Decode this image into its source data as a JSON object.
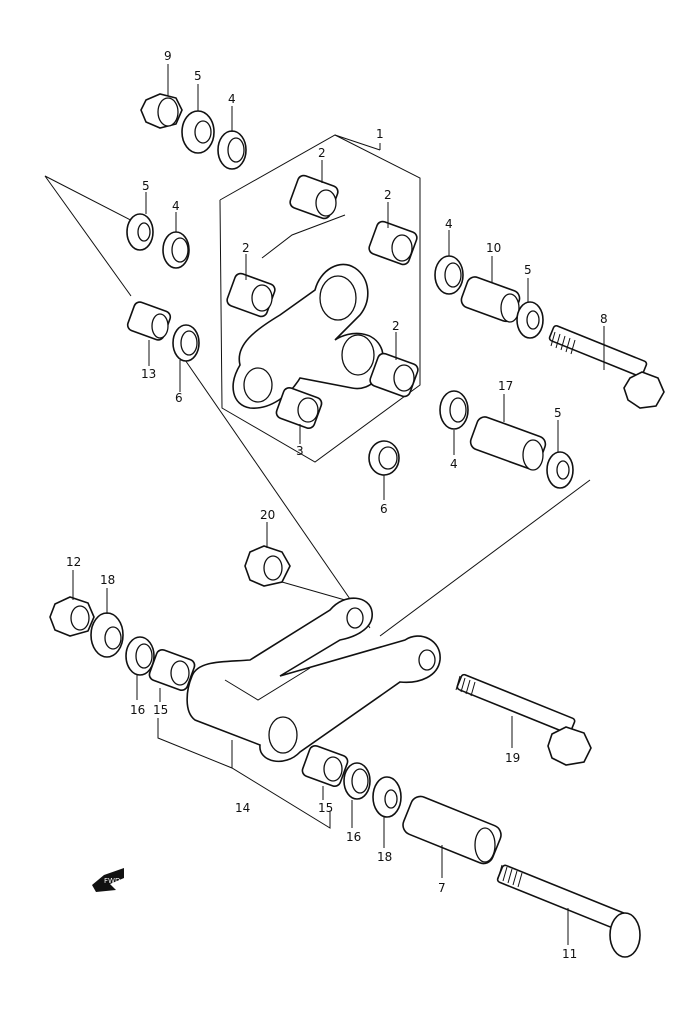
{
  "callouts": {
    "c1": "1",
    "c2a": "2",
    "c2b": "2",
    "c2c": "2",
    "c2d": "2",
    "c3": "3",
    "c4a": "4",
    "c4b": "4",
    "c4c": "4",
    "c4d": "4",
    "c5a": "5",
    "c5b": "5",
    "c5c": "5",
    "c5d": "5",
    "c6a": "6",
    "c6b": "6",
    "c7": "7",
    "c8": "8",
    "c9": "9",
    "c10": "10",
    "c11": "11",
    "c12": "12",
    "c13": "13",
    "c14": "14",
    "c15a": "15",
    "c15b": "15",
    "c16a": "16",
    "c16b": "16",
    "c17": "17",
    "c18a": "18",
    "c18b": "18",
    "c19": "19",
    "c20": "20"
  },
  "fwd_label": "FWD",
  "icons": {
    "fwd": "fwd-arrow-icon"
  }
}
